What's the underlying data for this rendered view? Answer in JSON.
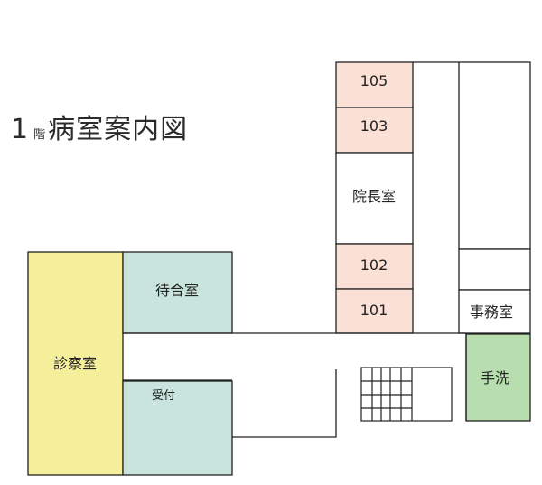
{
  "title": {
    "floor_number": "1",
    "floor_kanji": "階",
    "main": "病室案内図"
  },
  "rooms": {
    "r105": "105",
    "r103": "103",
    "director": "院長室",
    "r102": "102",
    "r101": "101",
    "office": "事務室",
    "restroom": "手洗",
    "waiting": "待合室",
    "exam": "診察室",
    "reception": "受付"
  },
  "colors": {
    "patient_room": "#fbe0d6",
    "exam_room": "#f5ef9c",
    "common_room": "#c8e4dc",
    "restroom": "#b8deb0",
    "wall": "#222222"
  }
}
